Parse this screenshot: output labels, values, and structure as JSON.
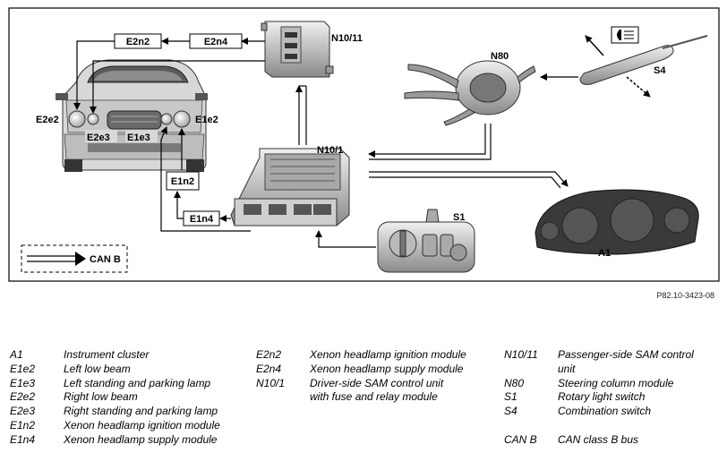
{
  "diagram": {
    "labels": {
      "n10_11": "N10/11",
      "n80": "N80",
      "s4": "S4",
      "n10_1": "N10/1",
      "s1": "S1",
      "a1": "A1",
      "e2e2": "E2e2",
      "e1e2": "E1e2",
      "e2e3": "E2e3",
      "e1e3": "E1e3"
    },
    "boxes": {
      "e2n2": "E2n2",
      "e2n4": "E2n4",
      "e1n2": "E1n2",
      "e1n4": "E1n4"
    },
    "can_legend": "CAN B"
  },
  "figure_ref": "P82.10-3423-08",
  "legend": {
    "col1": [
      {
        "code": "A1",
        "desc": "Instrument cluster"
      },
      {
        "code": "E1e2",
        "desc": "Left low beam"
      },
      {
        "code": "E1e3",
        "desc": "Left standing and parking lamp"
      },
      {
        "code": "E2e2",
        "desc": "Right low beam"
      },
      {
        "code": "E2e3",
        "desc": "Right standing and parking lamp"
      },
      {
        "code": "E1n2",
        "desc": "Xenon headlamp ignition module"
      },
      {
        "code": "E1n4",
        "desc": "Xenon headlamp supply module"
      }
    ],
    "col2": [
      {
        "code": "E2n2",
        "desc": "Xenon headlamp ignition module"
      },
      {
        "code": "E2n4",
        "desc": "Xenon headlamp supply module"
      },
      {
        "code": "N10/1",
        "desc": "Driver-side SAM control unit",
        "desc2": "with fuse and relay module"
      }
    ],
    "col3": [
      {
        "code": "N10/11",
        "desc": "Passenger-side SAM control",
        "desc2": "unit"
      },
      {
        "code": "N80",
        "desc": "Steering column module"
      },
      {
        "code": "S1",
        "desc": "Rotary light switch"
      },
      {
        "code": "S4",
        "desc": "Combination switch"
      },
      {
        "code": "CAN B",
        "desc": "CAN class B bus"
      }
    ]
  }
}
